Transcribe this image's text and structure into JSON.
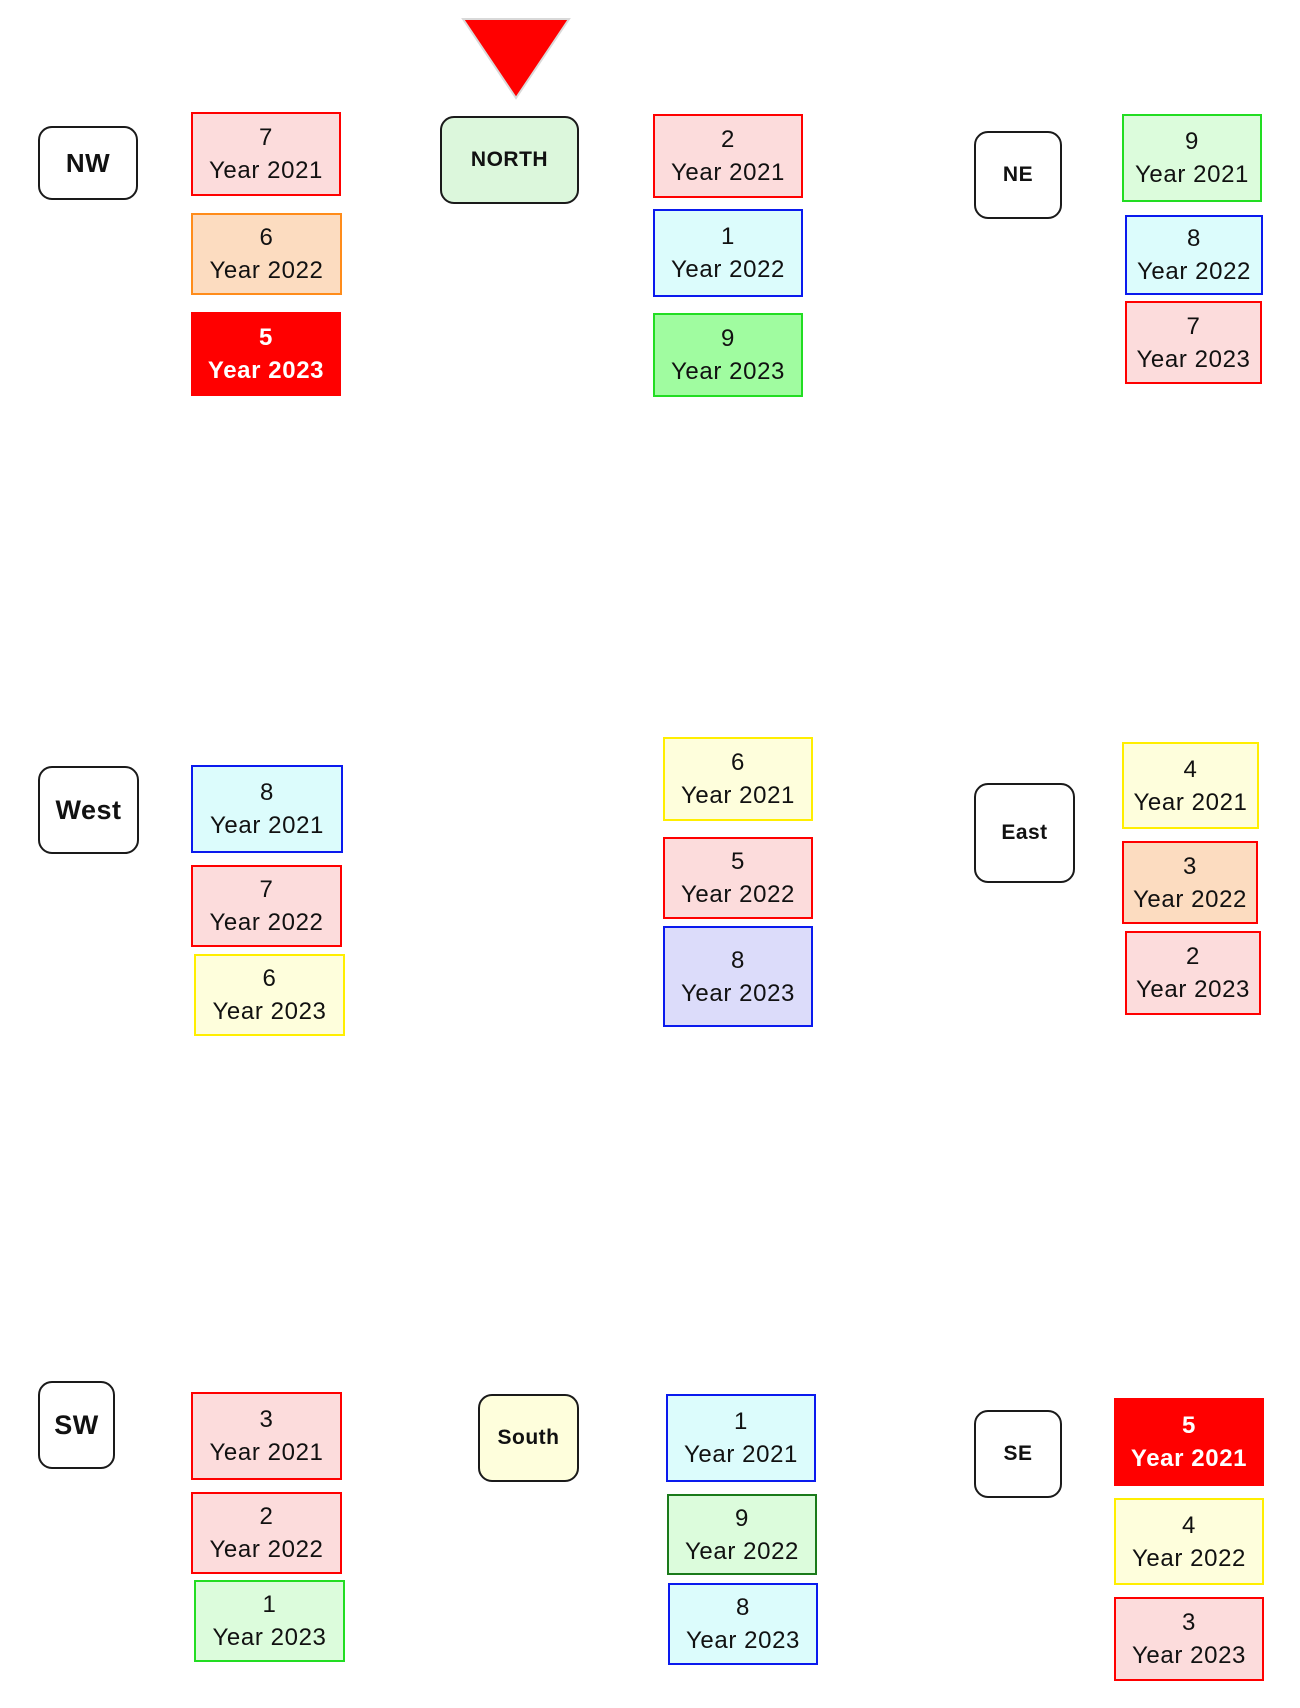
{
  "colors": {
    "red": "#ff0000",
    "orange": "#ff8c1a",
    "blue": "#0a1aee",
    "green": "#22dd22",
    "dark_green": "#1a7a1a",
    "yellow": "#ffee00",
    "fill_pink": "#fcdcdc",
    "fill_peach": "#fcdcc0",
    "fill_cyan": "#dcfcfc",
    "fill_light_green": "#dcfcdc",
    "fill_green": "#a0fca0",
    "fill_yellow": "#fefedc",
    "fill_lavender": "#dcdcfa",
    "fill_red": "#ff0000",
    "north_fill": "#dcf7dc",
    "south_fill": "#fefedc"
  },
  "pointer": {
    "icon": "north-pointer-triangle-icon",
    "color": "#ff0000"
  },
  "directions": {
    "nw": "NW",
    "north": "NORTH",
    "ne": "NE",
    "west": "West",
    "east": "East",
    "sw": "SW",
    "south": "South",
    "se": "SE"
  },
  "cells": {
    "nw": [
      {
        "value": "7",
        "year": "Year 2021"
      },
      {
        "value": "6",
        "year": "Year 2022"
      },
      {
        "value": "5",
        "year": "Year 2023"
      }
    ],
    "north": [
      {
        "value": "2",
        "year": "Year 2021"
      },
      {
        "value": "1",
        "year": "Year 2022"
      },
      {
        "value": "9",
        "year": "Year 2023"
      }
    ],
    "ne": [
      {
        "value": "9",
        "year": "Year 2021"
      },
      {
        "value": "8",
        "year": "Year 2022"
      },
      {
        "value": "7",
        "year": "Year 2023"
      }
    ],
    "west": [
      {
        "value": "8",
        "year": "Year 2021"
      },
      {
        "value": "7",
        "year": "Year 2022"
      },
      {
        "value": "6",
        "year": "Year 2023"
      }
    ],
    "center": [
      {
        "value": "6",
        "year": "Year 2021"
      },
      {
        "value": "5",
        "year": "Year 2022"
      },
      {
        "value": "8",
        "year": "Year 2023"
      }
    ],
    "east": [
      {
        "value": "4",
        "year": "Year 2021"
      },
      {
        "value": "3",
        "year": "Year 2022"
      },
      {
        "value": "2",
        "year": "Year 2023"
      }
    ],
    "sw": [
      {
        "value": "3",
        "year": "Year 2021"
      },
      {
        "value": "2",
        "year": "Year 2022"
      },
      {
        "value": "1",
        "year": "Year 2023"
      }
    ],
    "south": [
      {
        "value": "1",
        "year": "Year 2021"
      },
      {
        "value": "9",
        "year": "Year 2022"
      },
      {
        "value": "8",
        "year": "Year 2023"
      }
    ],
    "se": [
      {
        "value": "5",
        "year": "Year 2021"
      },
      {
        "value": "4",
        "year": "Year 2022"
      },
      {
        "value": "3",
        "year": "Year 2023"
      }
    ]
  }
}
